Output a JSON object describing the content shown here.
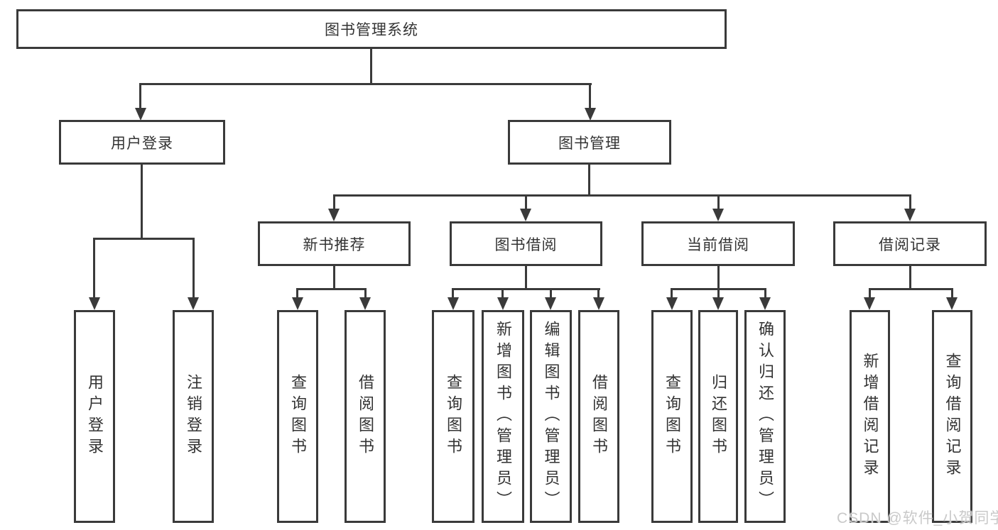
{
  "diagram": {
    "title": "图书管理系统",
    "level2": {
      "user_login": "用户登录",
      "book_mgmt": "图书管理"
    },
    "level3": {
      "new_books": "新书推荐",
      "borrowing": "图书借阅",
      "current": "当前借阅",
      "records": "借阅记录"
    },
    "leaves": {
      "user_login": "用户登录",
      "logout": "注销登录",
      "nb_query": "查询图书",
      "nb_borrow": "借阅图书",
      "bw_query": "查询图书",
      "bw_add": "新增图书（管理员）",
      "bw_edit": "编辑图书（管理员）",
      "bw_borrow": "借阅图书",
      "cb_query": "查询图书",
      "cb_return": "归还图书",
      "cb_confirm": "确认归还（管理员）",
      "rc_add": "新增借阅记录",
      "rc_query": "查询借阅记录"
    }
  },
  "watermark": "CSDN @软件_小贺同学",
  "colors": {
    "line": "#3a3a3a",
    "text": "#333333",
    "background": "#ffffff",
    "watermark": "#c9c9c9"
  }
}
